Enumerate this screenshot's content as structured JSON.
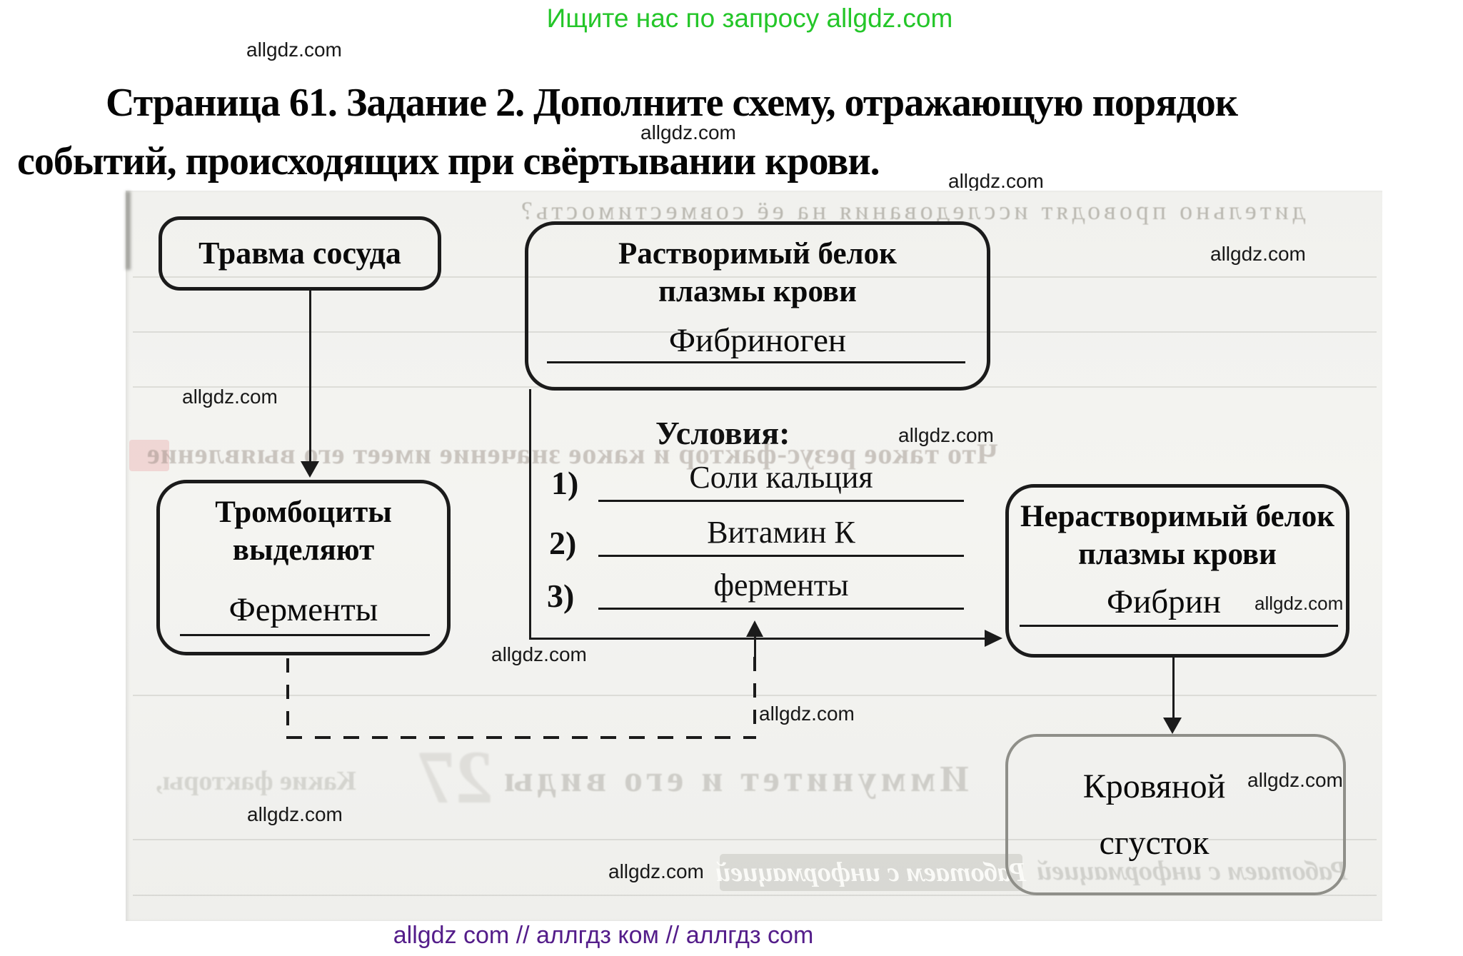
{
  "page": {
    "promo_text": "Ищите нас по запросу allgdz.com",
    "watermark": "allgdz.com",
    "title_line1": "Страница 61. Задание 2. Дополните схему, отражающую порядок",
    "title_line2": "событий, происходящих при свёртывании крови.",
    "footer_text": "allgdz com  //  аллгдз ком  //  аллгдз com"
  },
  "diagram": {
    "trauma_box": {
      "label": "Травма сосуда"
    },
    "soluble_box": {
      "line1": "Растворимый белок",
      "line2": "плазмы крови",
      "answer": "Фибриноген"
    },
    "platelets_box": {
      "line1": "Тромбоциты",
      "line2": "выделяют",
      "answer": "Ферменты"
    },
    "conditions": {
      "heading": "Условия:",
      "items": [
        {
          "num": "1)",
          "answer": "Соли кальция"
        },
        {
          "num": "2)",
          "answer": "Витамин К"
        },
        {
          "num": "3)",
          "answer": "ферменты"
        }
      ]
    },
    "insoluble_box": {
      "line1": "Нерастворимый белок",
      "line2": "плазмы крови",
      "answer": "Фибрин"
    },
    "clot_box": {
      "line1": "Кровяной",
      "line2": "сгусток"
    }
  },
  "bleedthrough": {
    "top_line": "дительно проводят исследования на её совместимость?",
    "middle_line": "Что такое резус-фактор и какое значение имеет его выявление",
    "section_number": "27",
    "section_title": "Иммунитет и его виды",
    "left_fragment": "Какие факторы,",
    "band_text": "Работаем с информацией"
  },
  "colors": {
    "promo_green": "#24c629",
    "footer_purple": "#541d8a",
    "ink": "#1b1b1b"
  }
}
